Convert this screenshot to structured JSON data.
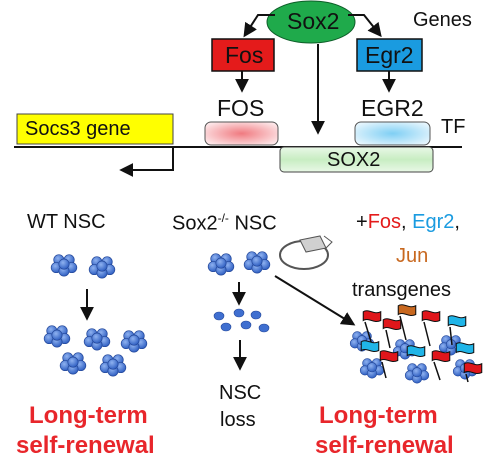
{
  "genes_label": "Genes",
  "tf_label": "TF",
  "sox2_gene": "Sox2",
  "fos_gene": "Fos",
  "egr2_gene": "Egr2",
  "fos_tf": "FOS",
  "egr2_tf": "EGR2",
  "sox2_tf": "SOX2",
  "socs3_gene": "Socs3 gene",
  "wt_nsc": "WT NSC",
  "ko_nsc_prefix": "Sox2",
  "ko_nsc_sup": "-/-",
  "ko_nsc_suffix": " NSC",
  "transgene": {
    "plus": "+",
    "fos": "Fos",
    "comma1": ", ",
    "egr2": "Egr2",
    "comma2": ",",
    "jun": "Jun",
    "transgenes": "transgenes"
  },
  "long_term_left_1": "Long-term",
  "long_term_left_2": "self-renewal",
  "nsc_loss_1": "NSC",
  "nsc_loss_2": "loss",
  "long_term_right_1": "Long-term",
  "long_term_right_2": "self-renewal",
  "colors": {
    "sox2": "#1faa4b",
    "fos": "#e41b1b",
    "egr2": "#1a9be0",
    "jun": "#c8681f",
    "socs3": "#ffff00",
    "cell": "#3f6fd0",
    "flag_red": "#e0161b",
    "flag_blue": "#20b5e8"
  }
}
